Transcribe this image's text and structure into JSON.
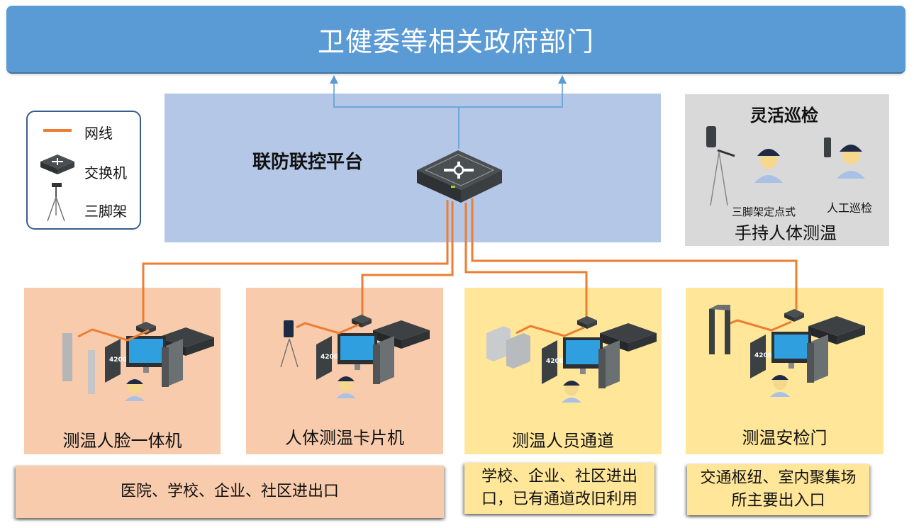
{
  "header": {
    "title": "卫健委等相关政府部门"
  },
  "platform": {
    "title": "联防联控平台"
  },
  "legend": {
    "items": [
      {
        "icon": "network-cable-icon",
        "label": "网线"
      },
      {
        "icon": "switch-icon",
        "label": "交换机"
      },
      {
        "icon": "tripod-icon",
        "label": "三脚架"
      }
    ]
  },
  "patrol": {
    "title": "灵活巡检",
    "tripod_label": "三脚架定点式",
    "manual_label": "人工巡检",
    "subtitle": "手持人体测温"
  },
  "panels": [
    {
      "label": "测温人脸一体机",
      "device": "face-recognition-terminal",
      "nvr_badge": "4200"
    },
    {
      "label": "人体测温卡片机",
      "device": "thermal-camera-on-tripod",
      "nvr_badge": "4200"
    },
    {
      "label": "测温人员通道",
      "device": "turnstile-gates",
      "nvr_badge": "4200"
    },
    {
      "label": "测温安检门",
      "device": "security-gate",
      "nvr_badge": "4200"
    }
  ],
  "notes": [
    {
      "text": "医院、学校、企业、社区进出口"
    },
    {
      "line1": "学校、企业、社区进出",
      "line2": "口，已有通道改旧利用"
    },
    {
      "line1": "交通枢纽、室内聚集场",
      "line2": "所主要出入口"
    }
  ],
  "colors": {
    "header": "#5b9bd5",
    "platform": "#b4c7e7",
    "patrol": "#d9d9d9",
    "panel_orange": "#f8cbad",
    "panel_yellow": "#ffe699",
    "cable": "#ed7d31",
    "uplink": "#5b9bd5"
  }
}
